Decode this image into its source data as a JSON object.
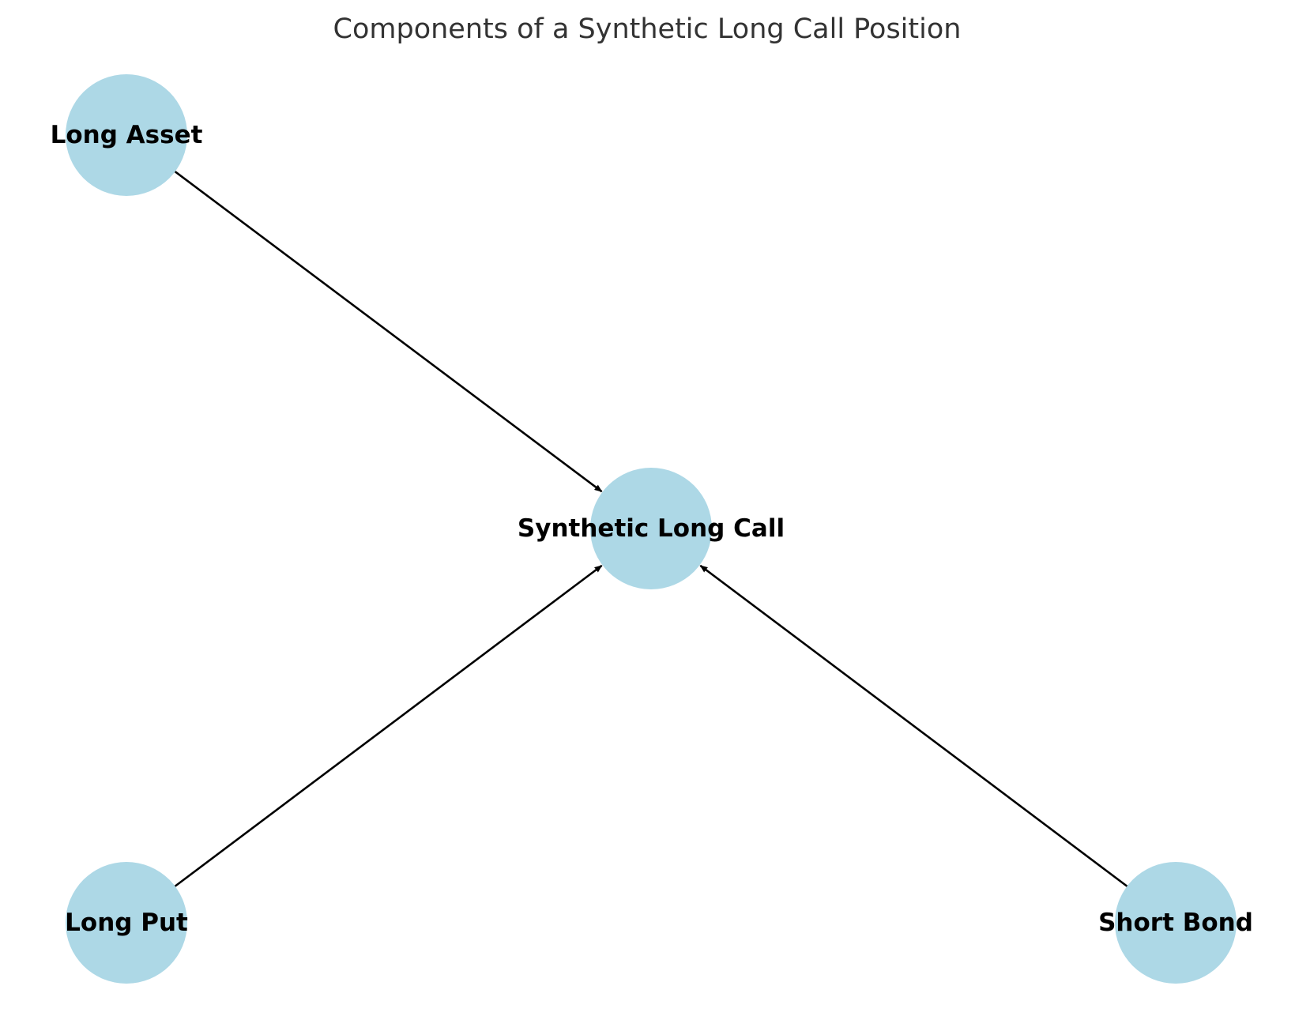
{
  "title": "Components of a Synthetic Long Call Position",
  "colors": {
    "node_fill": "#add8e6",
    "edge": "#000000",
    "label": "#000000",
    "title": "#333333"
  },
  "nodes": [
    {
      "id": "synthetic_long_call",
      "label": "Synthetic Long Call"
    },
    {
      "id": "long_asset",
      "label": "Long Asset"
    },
    {
      "id": "long_put",
      "label": "Long Put"
    },
    {
      "id": "short_bond",
      "label": "Short Bond"
    }
  ],
  "edges": [
    {
      "from": "long_asset",
      "to": "synthetic_long_call"
    },
    {
      "from": "long_put",
      "to": "synthetic_long_call"
    },
    {
      "from": "short_bond",
      "to": "synthetic_long_call"
    }
  ]
}
